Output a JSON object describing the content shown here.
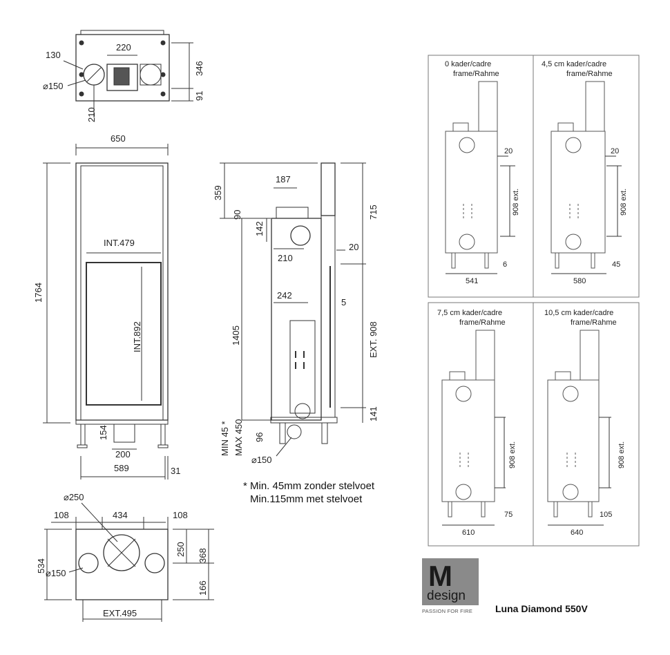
{
  "top_view": {
    "d130": "130",
    "d220": "220",
    "d346": "346",
    "d91": "91",
    "d210": "210",
    "dia150": "⌀150"
  },
  "front_view": {
    "w650": "650",
    "int479": "INT.479",
    "int892": "INT.892",
    "h1764": "1764",
    "d154": "154",
    "d200": "200",
    "w589": "589",
    "d31": "31"
  },
  "side_view": {
    "d187": "187",
    "d359": "359",
    "d90": "90",
    "d142": "142",
    "d210": "210",
    "d20": "20",
    "d715": "715",
    "d242": "242",
    "d5": "5",
    "d1405": "1405",
    "ext908": "EXT. 908",
    "d141": "141",
    "d96": "96",
    "min45": "MIN 45 *",
    "max450": "MAX 450",
    "dia150": "⌀150"
  },
  "bottom_view": {
    "dia250": "⌀250",
    "d108a": "108",
    "d434": "434",
    "d108b": "108",
    "d534": "534",
    "d250": "250",
    "d368": "368",
    "dia150": "⌀150",
    "d166": "166",
    "ext495": "EXT.495"
  },
  "note": {
    "line1": "* Min. 45mm zonder stelvoet",
    "line2": "Min.115mm met stelvoet"
  },
  "panels": [
    {
      "title1": "0  kader/cadre",
      "title2": "frame/Rahme",
      "d20": "20",
      "ext": "908 ext.",
      "side": "6",
      "width": "541"
    },
    {
      "title1": "4,5 cm  kader/cadre",
      "title2": "frame/Rahme",
      "d20": "20",
      "ext": "908 ext.",
      "side": "45",
      "width": "580"
    },
    {
      "title1": "7,5 cm kader/cadre",
      "title2": "frame/Rahme",
      "ext": "908 ext.",
      "side": "75",
      "width": "610"
    },
    {
      "title1": "10,5 cm kader/cadre",
      "title2": "frame/Rahme",
      "ext": "908 ext.",
      "side": "105",
      "width": "640"
    }
  ],
  "logo": {
    "letter": "M",
    "word": "design",
    "tagline": "PASSION FOR FIRE"
  },
  "product": "Luna Diamond 550V"
}
